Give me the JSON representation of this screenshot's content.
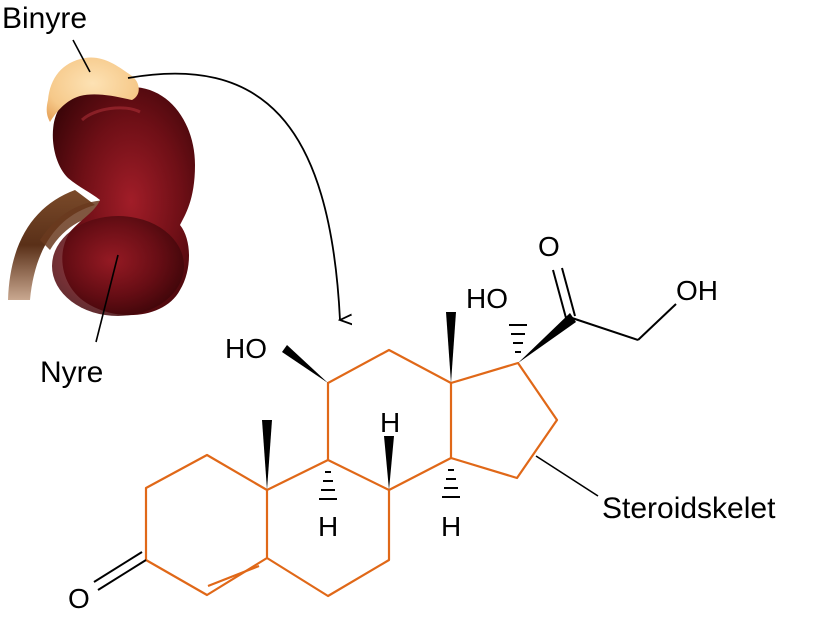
{
  "labels": {
    "adrenal": "Binyre",
    "kidney": "Nyre",
    "skeleton": "Steroidskelet"
  },
  "atoms": {
    "ketone_o": "O",
    "carbonyl_o": "O",
    "oh_11": "HO",
    "oh_17": "HO",
    "oh_21": "OH",
    "h_8": "H",
    "h_9": "H",
    "h_14": "H"
  },
  "colors": {
    "skeleton": "#e06818",
    "bonds": "#000000",
    "kidney": "#6e0f16",
    "adrenal": "#f6c98a"
  }
}
